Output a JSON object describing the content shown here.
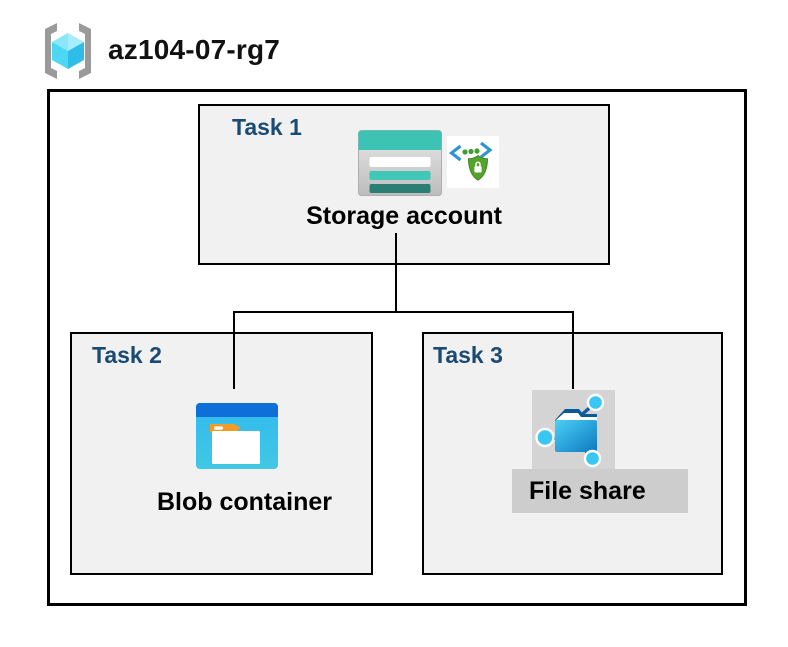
{
  "header": {
    "resource_group_name": "az104-07-rg7"
  },
  "tasks": [
    {
      "label": "Task 1",
      "resource": "Storage account"
    },
    {
      "label": "Task 2",
      "resource": "Blob container"
    },
    {
      "label": "Task 3",
      "resource": "File share"
    }
  ],
  "icons": {
    "resource_group": "resource-group-icon",
    "storage_account": "storage-account-icon",
    "secure_access": "code-brackets-shield-lock-icon",
    "blob_container": "blob-container-icon",
    "file_share": "file-share-icon"
  },
  "connections": [
    {
      "from": "Storage account",
      "to": "Blob container"
    },
    {
      "from": "Storage account",
      "to": "File share"
    }
  ],
  "colors": {
    "task_label_blue": "#1b4a73",
    "box_fill": "#f1f1f1",
    "border_black": "#000000",
    "storage_teal": "#3cc3b3",
    "storage_teal_dark": "#2a7f72",
    "blob_blue_bar": "#0d6fd7",
    "blob_blue_body": "#35bdec",
    "blob_tab_orange": "#f59a23",
    "secure_green": "#55a22d",
    "chevron_blue": "#2e94d2",
    "file_node_cyan": "#38c6f3",
    "file_line_blue": "#10609f",
    "bracket_gray": "#9a9a9a",
    "cube_cyan_light": "#a6edfb",
    "cube_cyan_mid": "#4ed7f3",
    "cube_cyan_dark": "#2ebde8",
    "highlight_gray_square": "#d4d4d4",
    "highlight_gray_strip": "#cdcdcd"
  }
}
